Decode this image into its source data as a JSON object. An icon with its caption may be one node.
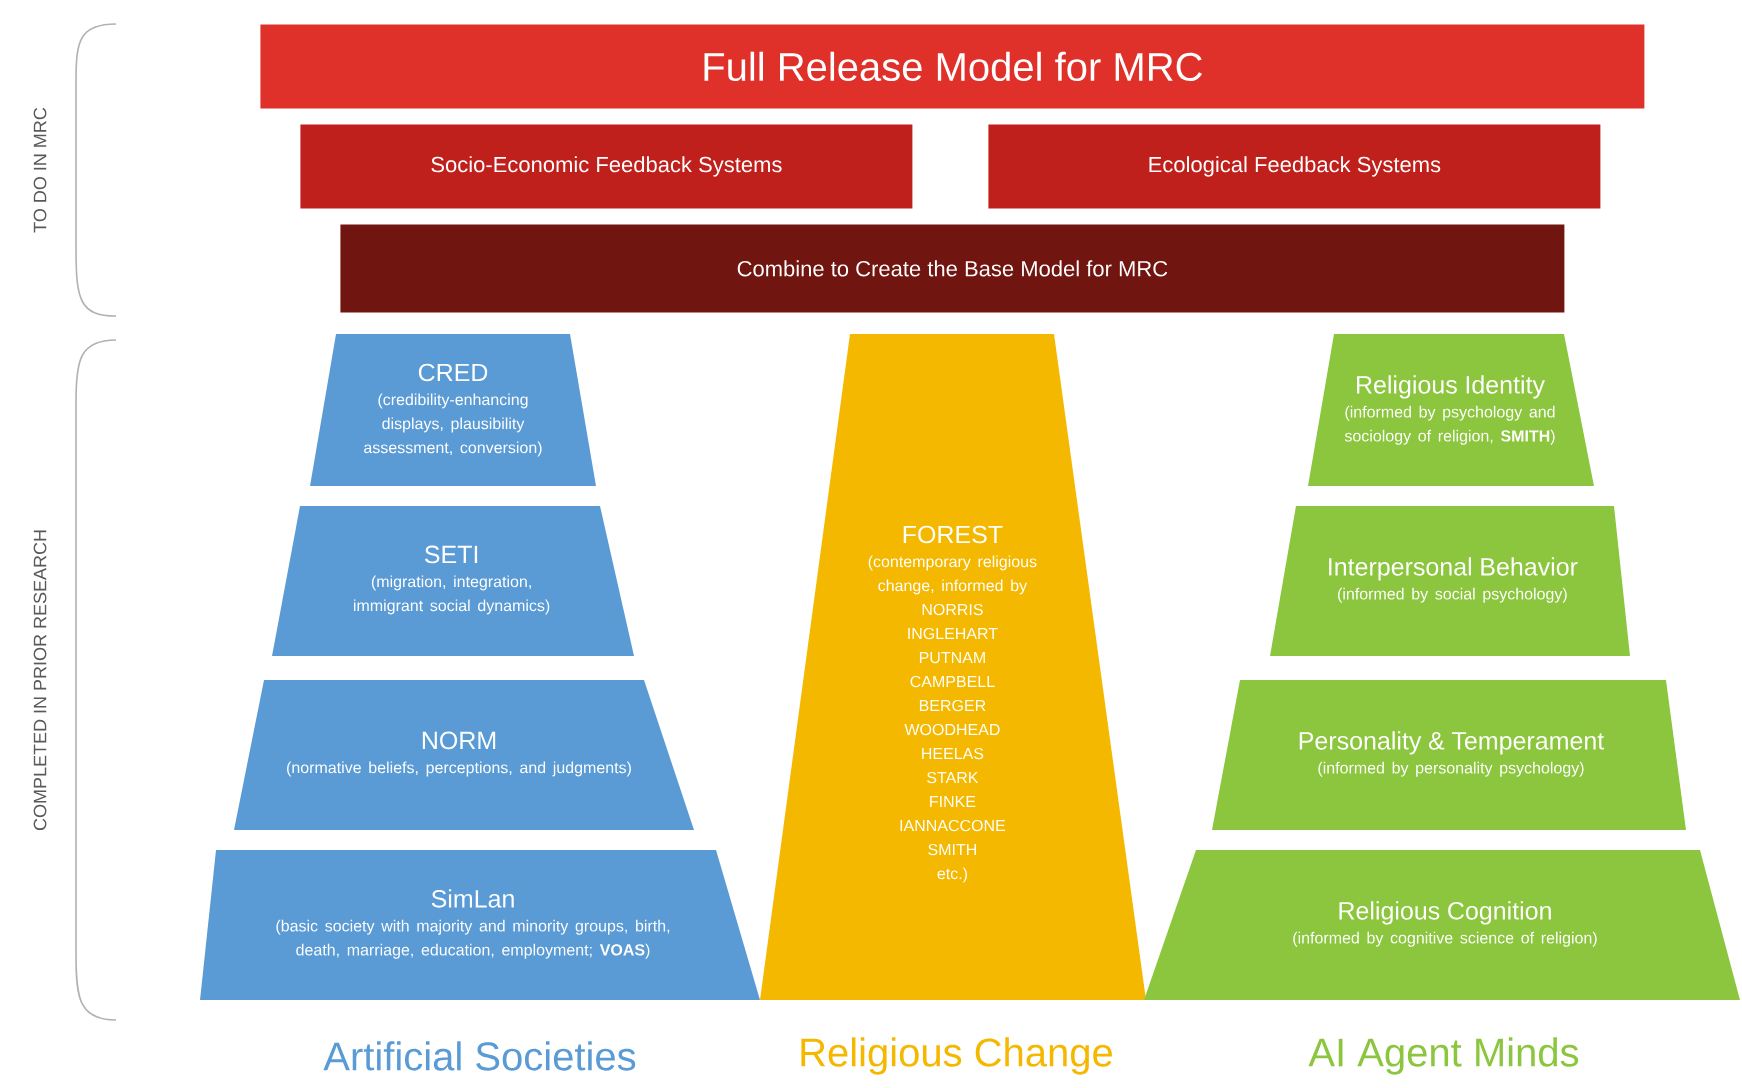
{
  "diagram": {
    "nodes": [
      {
        "text": [
          "Full Release Model for MRC"
        ]
      },
      {
        "text": [
          "Socio-Economic Feedback Systems"
        ]
      },
      {
        "text": [
          "Ecological Feedback Systems"
        ]
      },
      {
        "text": [
          "Combine to Create the Base Model for MRC"
        ]
      },
      {
        "text": [
          "CRED",
          "(credibility-enhancing displays, plausibility assessment, conversion)"
        ]
      },
      {
        "text": [
          "SETI",
          "(migration, integration, immigrant social dynamics)"
        ]
      },
      {
        "text": [
          "NORM",
          "(normative beliefs, perceptions, and judgments)"
        ]
      },
      {
        "text": [
          "SimLan",
          "(basic society with majority and minority groups, birth, death, marriage, education, employment; **VOAS**)"
        ]
      },
      {
        "text": [
          "FOREST",
          "(contemporary religious change, informed by",
          "NORRIS",
          "INGLEHART",
          "PUTNAM",
          "CAMPBELL",
          "BERGER",
          "WOODHEAD",
          "HEELAS",
          "STARK",
          "FINKE",
          "IANNACCONE",
          "SMITH",
          "etc.)"
        ]
      },
      {
        "text": [
          "Religious Identity",
          "(informed by psychology and sociology of religion, **SMITH**)"
        ]
      },
      {
        "text": [
          "Interpersonal Behavior",
          "(informed by social psychology)"
        ]
      },
      {
        "text": [
          "Personality & Temperament",
          "(informed by personality psychology)"
        ]
      },
      {
        "text": [
          "Religious Cognition",
          "(informed by cognitive science of religion)"
        ]
      }
    ],
    "labels": [
      "TO DO IN MRC",
      "COMPLETED IN PRIOR RESEARCH",
      "Artificial Societies",
      "Religious Change",
      "AI Agent Minds"
    ]
  }
}
